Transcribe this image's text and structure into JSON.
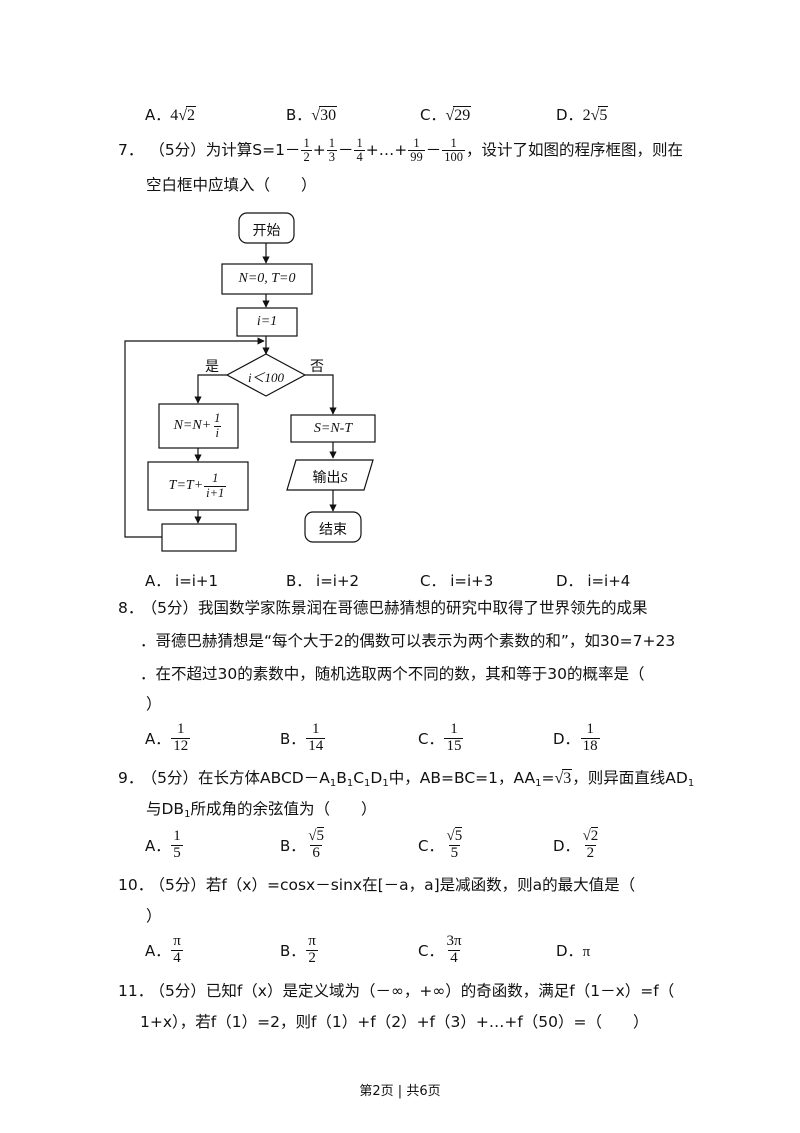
{
  "q6_options": {
    "a": {
      "label": "A．",
      "coef": "4",
      "rad": "2"
    },
    "b": {
      "label": "B．",
      "rad": "30"
    },
    "c": {
      "label": "C．",
      "rad": "29"
    },
    "d": {
      "label": "D．",
      "coef": "2",
      "rad": "5"
    }
  },
  "q7": {
    "num": "7．",
    "score": "（5分）为计算S=1－",
    "expr": {
      "t1": {
        "n": "1",
        "d": "2"
      },
      "plus1": "+",
      "t2": {
        "n": "1",
        "d": "3"
      },
      "minus1": "－",
      "t3": {
        "n": "1",
        "d": "4"
      },
      "dots": "+…+",
      "t4": {
        "n": "1",
        "d": "99"
      },
      "minus2": "－",
      "t5": {
        "n": "1",
        "d": "100"
      }
    },
    "after": "，设计了如图的程序框图，则在",
    "line2": "空白框中应填入（　　）",
    "flow": {
      "start": "开始",
      "init": "N=0, T=0",
      "i1": "i=1",
      "cond": "i＜100",
      "yes": "是",
      "no": "否",
      "n_update_pre": "N=N+",
      "n_update_n": "1",
      "n_update_d": "i",
      "t_update_pre": "T=T+",
      "t_update_n": "1",
      "t_update_d": "i+1",
      "s_calc": "S=N-T",
      "output_pre": "输出",
      "output_var": "S",
      "end": "结束"
    },
    "options": {
      "a": "A．  i=i+1",
      "b": "B．  i=i+2",
      "c": "C．  i=i+3",
      "d": "D．  i=i+4"
    }
  },
  "q8": {
    "num": "8．",
    "line1": "（5分）我国数学家陈景润在哥德巴赫猜想的研究中取得了世界领先的成果",
    "line2": "．哥德巴赫猜想是“每个大于2的偶数可以表示为两个素数的和”，如30=7+23",
    "line3": "．在不超过30的素数中，随机选取两个不同的数，其和等于30的概率是（",
    "line4": "）",
    "options": {
      "a": {
        "label": "A．",
        "n": "1",
        "d": "12"
      },
      "b": {
        "label": "B．",
        "n": "1",
        "d": "14"
      },
      "c": {
        "label": "C．",
        "n": "1",
        "d": "15"
      },
      "d": {
        "label": "D．",
        "n": "1",
        "d": "18"
      }
    }
  },
  "q9": {
    "num": "9．",
    "pre": "（5分）在长方体ABCD－A",
    "s1": "1",
    "b": "B",
    "s2": "1",
    "c": "C",
    "s3": "1",
    "d": "D",
    "s4": "1",
    "mid": "中，AB=BC=1，AA",
    "s5": "1",
    "eq": "=",
    "rad": "3",
    "post": "，则异面直线AD",
    "s6": "1",
    "line2a": "与DB",
    "s7": "1",
    "line2b": "所成角的余弦值为（　　）",
    "options": {
      "a": {
        "label": "A．",
        "n": "1",
        "d": "5"
      },
      "b": {
        "label": "B．",
        "rad": "5",
        "d": "6"
      },
      "c": {
        "label": "C．",
        "rad": "5",
        "d": "5"
      },
      "d": {
        "label": "D．",
        "rad": "2",
        "d": "2"
      }
    }
  },
  "q10": {
    "num": "10．",
    "line1": "（5分）若f（x）=cosx－sinx在[－a，a]是减函数，则a的最大值是（",
    "line2": "）",
    "options": {
      "a": {
        "label": "A．",
        "n": "π",
        "d": "4"
      },
      "b": {
        "label": "B．",
        "n": "π",
        "d": "2"
      },
      "c": {
        "label": "C．",
        "n": "3π",
        "d": "4"
      },
      "d": {
        "label": "D．",
        "v": "π"
      }
    }
  },
  "q11": {
    "num": "11．",
    "line1": "（5分）已知f（x）是定义域为（－∞，+∞）的奇函数，满足f（1－x）=f（",
    "line2": "1+x），若f（1）=2，则f（1）+f（2）+f（3）+…+f（50）=（　　）"
  },
  "footer": "第2页 | 共6页"
}
